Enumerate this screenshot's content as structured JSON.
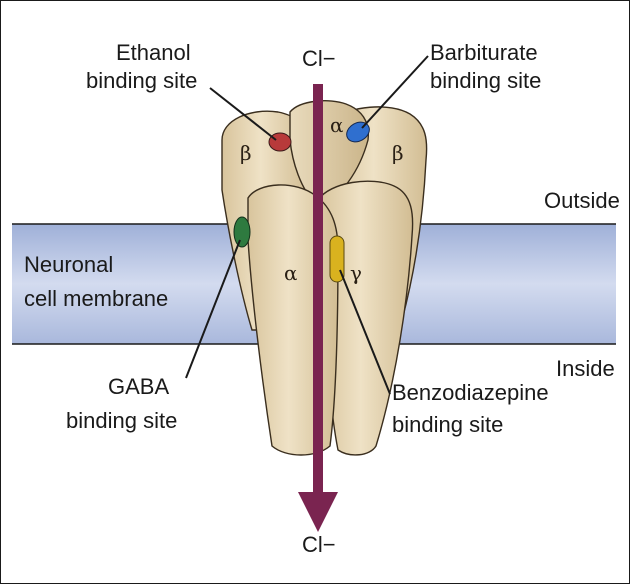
{
  "diagram": {
    "ion_top": "Cl−",
    "ion_bottom": "Cl−",
    "outside_label": "Outside",
    "inside_label": "Inside",
    "membrane_label": [
      "Neuronal",
      "cell membrane"
    ],
    "subunits": {
      "back_left": "β",
      "back_center": "α",
      "back_right": "β",
      "front_left": "α",
      "front_right": "γ"
    },
    "binding_sites": {
      "ethanol": {
        "lines": [
          "Ethanol",
          "binding site"
        ],
        "color": "#b83a3a"
      },
      "barbiturate": {
        "lines": [
          "Barbiturate",
          "binding site"
        ],
        "color": "#2f6fcf"
      },
      "gaba": {
        "lines": [
          "GABA",
          "binding site"
        ],
        "color": "#2e7a3f"
      },
      "benzodiazepine": {
        "lines": [
          "Benzodiazepine",
          "binding site"
        ],
        "color": "#d9b21f"
      }
    },
    "colors": {
      "membrane_top": "#9fb0d8",
      "membrane_mid": "#c7d1ea",
      "protein": "#e6d6b4",
      "protein_shade": "#cdb98f",
      "arrow": "#7a2450"
    }
  }
}
